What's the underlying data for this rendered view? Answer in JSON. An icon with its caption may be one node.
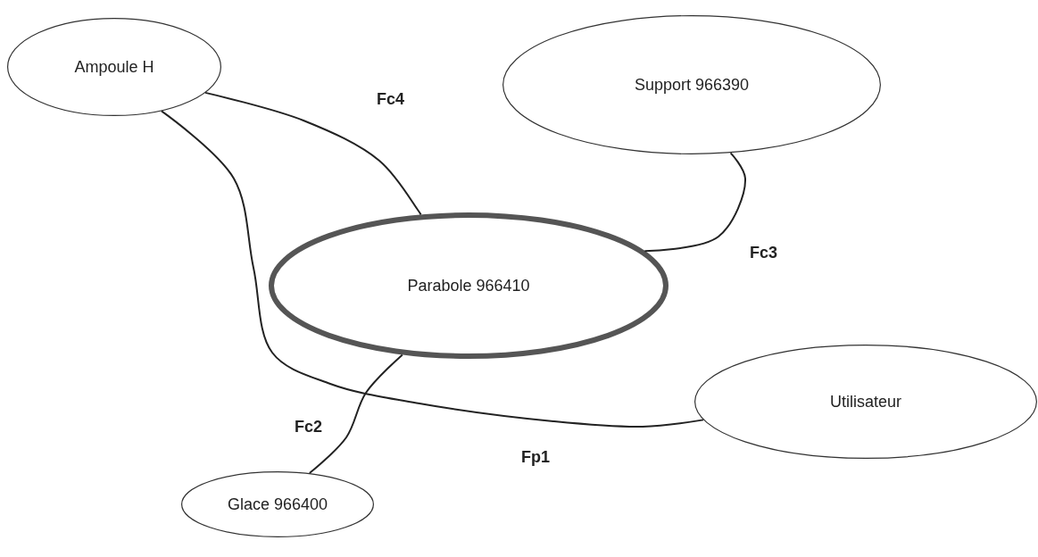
{
  "diagram": {
    "nodes": [
      {
        "text": [
          "Ampoule H"
        ]
      },
      {
        "text": [
          "Support 966390"
        ]
      },
      {
        "text": [
          "Parabole 966410"
        ]
      },
      {
        "text": [
          "Utilisateur"
        ]
      },
      {
        "text": [
          "Glace 966400"
        ]
      }
    ],
    "edges": [
      {
        "from": 0,
        "to": 2,
        "arrow": "none",
        "label": "Fc4"
      },
      {
        "from": 1,
        "to": 2,
        "arrow": "none",
        "label": "Fc3"
      },
      {
        "from": 2,
        "to": 4,
        "arrow": "none",
        "label": "Fc2"
      },
      {
        "from": 0,
        "to": 3,
        "arrow": "none",
        "label": "Fp1"
      }
    ]
  }
}
